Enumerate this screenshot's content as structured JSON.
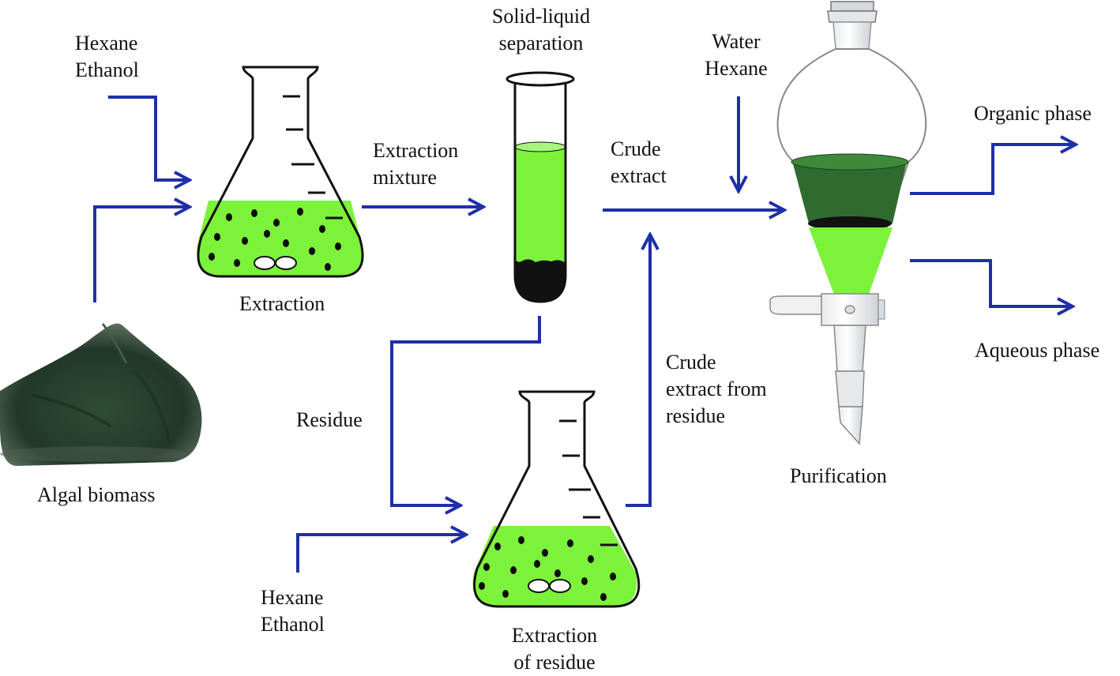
{
  "colors": {
    "arrow": "#1f2fa8",
    "liquid_light": "#7cf23a",
    "liquid_dark": "#2f6b2f",
    "particles": "#0d0d0d",
    "glass_outline": "#111111",
    "biomass": "#263f2a"
  },
  "labels": {
    "solvent_top": [
      "Hexane",
      "Ethanol"
    ],
    "extraction": "Extraction",
    "extraction_mixture": [
      "Extraction",
      "mixture"
    ],
    "solid_liquid": [
      "Solid-liquid",
      "separation"
    ],
    "crude_extract": [
      "Crude",
      "extract"
    ],
    "water_hexane": [
      "Water",
      "Hexane"
    ],
    "organic_phase": "Organic phase",
    "aqueous_phase": "Aqueous phase",
    "purification": "Purification",
    "algal_biomass": "Algal biomass",
    "residue": "Residue",
    "crude_from_residue": [
      "Crude",
      "extract from",
      "residue"
    ],
    "solvent_bottom": [
      "Hexane",
      "Ethanol"
    ],
    "extraction_residue": [
      "Extraction",
      "of residue"
    ]
  },
  "icons": {
    "flask": "erlenmeyer-flask-icon",
    "tube": "test-tube-icon",
    "funnel": "separatory-funnel-icon",
    "powder": "algal-powder-icon",
    "arrow": "flow-arrow-icon"
  }
}
